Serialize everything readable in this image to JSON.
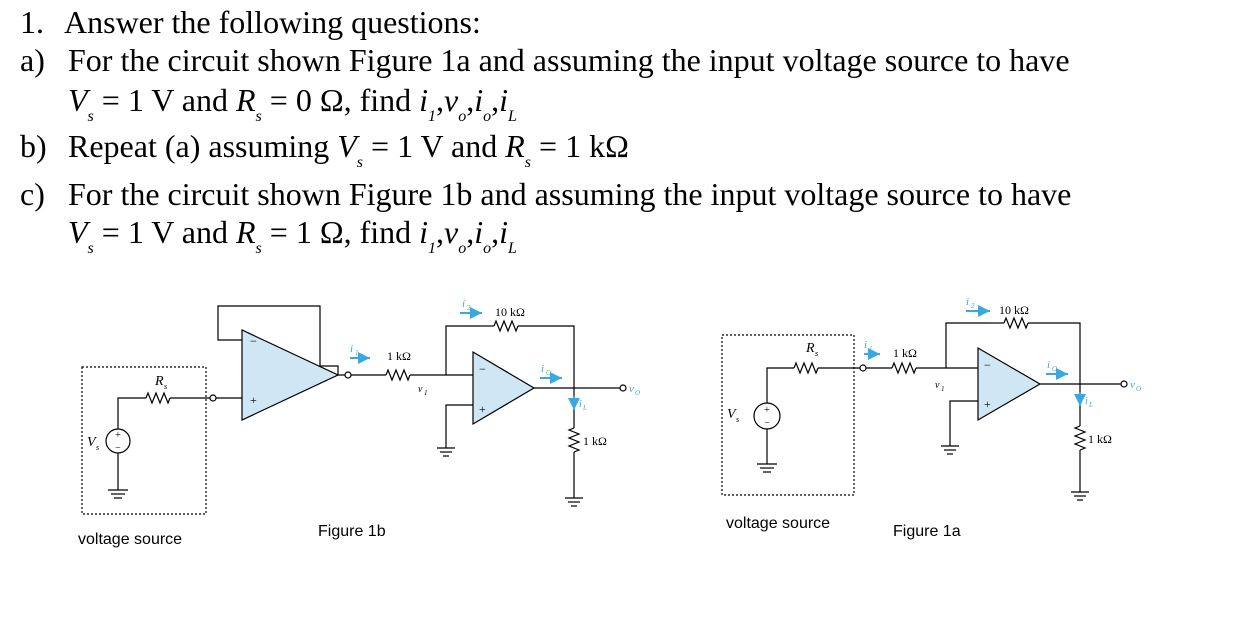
{
  "questions": {
    "q1": {
      "num": "1.",
      "text": "Answer the following questions:"
    },
    "qa": {
      "label": "a)",
      "line1": "For the circuit shown Figure 1a and assuming the input voltage source to have",
      "v": "V",
      "v_sub": "s",
      "v_val": " = 1 V and ",
      "r": "R",
      "r_sub": "s",
      "r_val": " = 0 Ω, find ",
      "find": [
        "i",
        "1",
        "v",
        "o",
        "i",
        "o",
        "i",
        "L"
      ]
    },
    "qb": {
      "label": "b)",
      "pre": "Repeat (a) assuming ",
      "v": "V",
      "v_sub": "s",
      "v_val": " = 1 V and ",
      "r": "R",
      "r_sub": "s",
      "r_val": " = 1 kΩ"
    },
    "qc": {
      "label": "c)",
      "line1": "For the circuit shown Figure 1b and assuming the input voltage source to have",
      "v": "V",
      "v_sub": "s",
      "v_val": " = 1 V and ",
      "r": "R",
      "r_sub": "s",
      "r_val": " = 1 Ω, find ",
      "find": [
        "i",
        "1",
        "v",
        "o",
        "i",
        "o",
        "i",
        "L"
      ]
    }
  },
  "figure_1b": {
    "caption": "Figure 1b",
    "source_caption": "voltage source",
    "rs_label": "R",
    "rs_sub": "s",
    "vs_label": "V",
    "vs_sub": "s",
    "r1_label": "1 kΩ",
    "r2_label": "10 kΩ",
    "rl_label": "1 kΩ",
    "i1": "i",
    "i1_sub": "1",
    "i2": "i",
    "i2_sub": "2",
    "v1": "v",
    "v1_sub": "1",
    "io": "i",
    "io_sub": "O",
    "iL": "i",
    "iL_sub": "L",
    "vo": "v",
    "vo_sub": "O",
    "plus": "+",
    "minus": "−"
  },
  "figure_1a": {
    "caption": "Figure 1a",
    "source_caption": "voltage source",
    "rs_label": "R",
    "rs_sub": "s",
    "vs_label": "V",
    "vs_sub": "s",
    "r1_label": "1 kΩ",
    "r2_label": "10 kΩ",
    "rl_label": "1 kΩ",
    "i1": "i",
    "i1_sub": "1",
    "i2": "i",
    "i2_sub": "2",
    "v1": "v",
    "v1_sub": "1",
    "io": "i",
    "io_sub": "O",
    "iL": "i",
    "iL_sub": "L",
    "vo": "v",
    "vo_sub": "O",
    "plus": "+",
    "minus": "−"
  },
  "colors": {
    "opamp_fill": "#cfe6f5",
    "arrow": "#3aa8e0",
    "line": "#000000"
  }
}
